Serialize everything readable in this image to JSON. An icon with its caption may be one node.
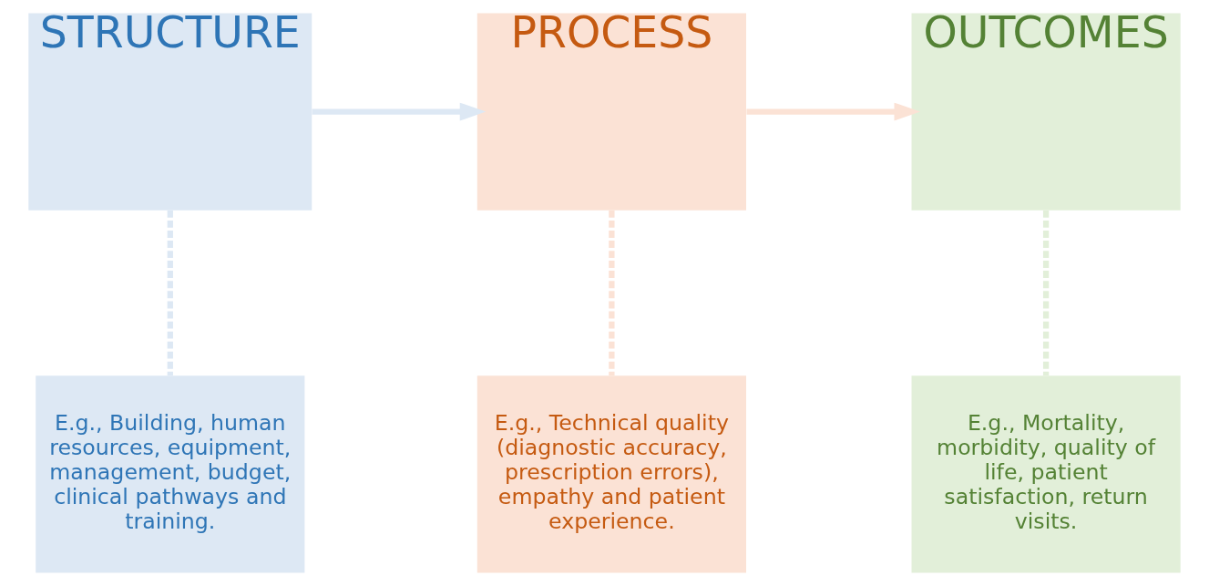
{
  "diagram": {
    "nodes": [
      {
        "text": [
          "STRUCTURE"
        ]
      },
      {
        "text": [
          "PROCESS"
        ]
      },
      {
        "text": [
          "OUTCOMES"
        ]
      },
      {
        "text": [
          "E.g., Building, human resources, equipment, management, budget, clinical pathways and training."
        ]
      },
      {
        "text": [
          "E.g., Technical quality (diagnostic accuracy, prescription errors), empathy and patient experience."
        ]
      },
      {
        "text": [
          "E.g., Mortality, morbidity, quality of life, patient satisfaction, return visits."
        ]
      }
    ],
    "edges": [
      {
        "from": 0,
        "to": 1,
        "arrow": "to",
        "color": "#dde8f4"
      },
      {
        "from": 1,
        "to": 2,
        "arrow": "to",
        "color": "#fbe2d5"
      },
      {
        "from": 0,
        "to": 3,
        "arrow": "none",
        "style": "dashed",
        "color": "#dde8f4"
      },
      {
        "from": 1,
        "to": 4,
        "arrow": "none",
        "style": "dashed",
        "color": "#fbe2d5"
      },
      {
        "from": 2,
        "to": 5,
        "arrow": "none",
        "style": "dashed",
        "color": "#e2efd9"
      }
    ]
  }
}
